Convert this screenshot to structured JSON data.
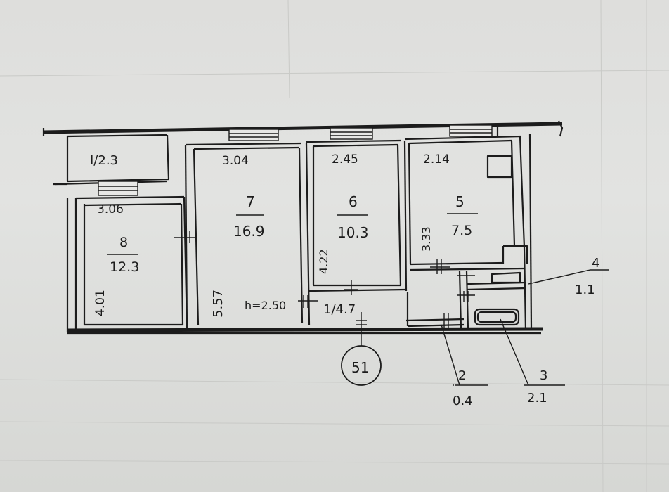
{
  "floorplan": {
    "flat_number": "51",
    "ceiling_height": "h=2.50",
    "rooms": [
      {
        "id": "I",
        "label": "I/2.3"
      },
      {
        "id": "8",
        "number": "8",
        "area": "12.3",
        "width": "3.06",
        "depth": "4.01"
      },
      {
        "id": "7",
        "number": "7",
        "area": "16.9",
        "width": "3.04",
        "depth": "5.57"
      },
      {
        "id": "6",
        "number": "6",
        "area": "10.3",
        "width": "2.45",
        "depth": "4.22"
      },
      {
        "id": "5",
        "number": "5",
        "area": "7.5",
        "width": "2.14",
        "depth": "3.33"
      },
      {
        "id": "1",
        "label": "1/4.7"
      },
      {
        "id": "4",
        "number": "4",
        "area": "1.1"
      },
      {
        "id": "2",
        "number": "2",
        "area": "0.4"
      },
      {
        "id": "3",
        "number": "3",
        "area": "2.1"
      }
    ]
  },
  "colors": {
    "ink": "#1c1c1c",
    "paper": "#dededc"
  }
}
